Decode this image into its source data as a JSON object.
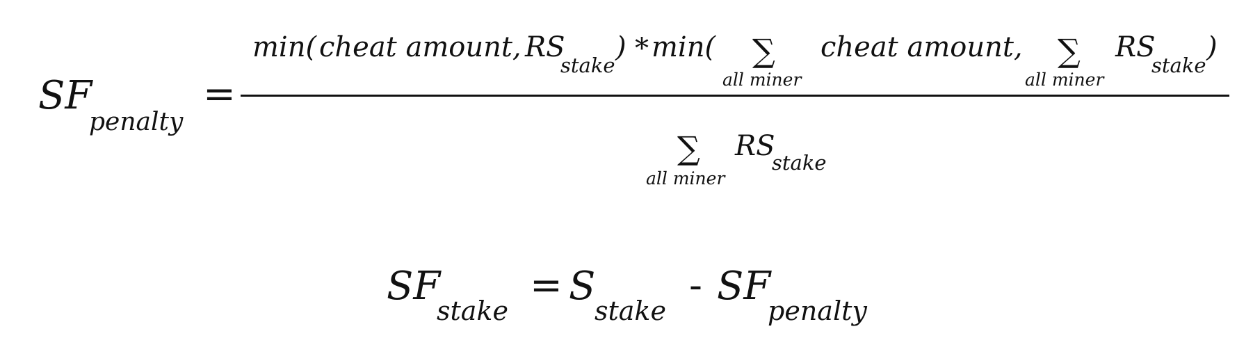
{
  "formula1": {
    "lhs": {
      "base": "SF",
      "sub": "penalty"
    },
    "equals": "=",
    "numerator": {
      "min_open": "min(",
      "cheat_amount": "cheat amount,",
      "rs": "RS",
      "rs_sub": "stake",
      "close_paren": ")",
      "times": "*",
      "min2_open": "min(",
      "sigma": "∑",
      "sum_limit": "all miner",
      "cheat_amount2": "cheat amount,",
      "sigma2": "∑",
      "sum_limit2": "all miner",
      "rs2": "RS",
      "rs2_sub": "stake",
      "close_paren2": ")"
    },
    "denominator": {
      "sigma": "∑",
      "sum_limit": "all miner",
      "rs": "RS",
      "rs_sub": "stake"
    }
  },
  "formula2": {
    "lhs": {
      "base": "SF",
      "sub": "stake"
    },
    "equals": "=",
    "term1": {
      "base": "S",
      "sub": "stake"
    },
    "minus": "-",
    "term2": {
      "base": "SF",
      "sub": "penalty"
    }
  }
}
